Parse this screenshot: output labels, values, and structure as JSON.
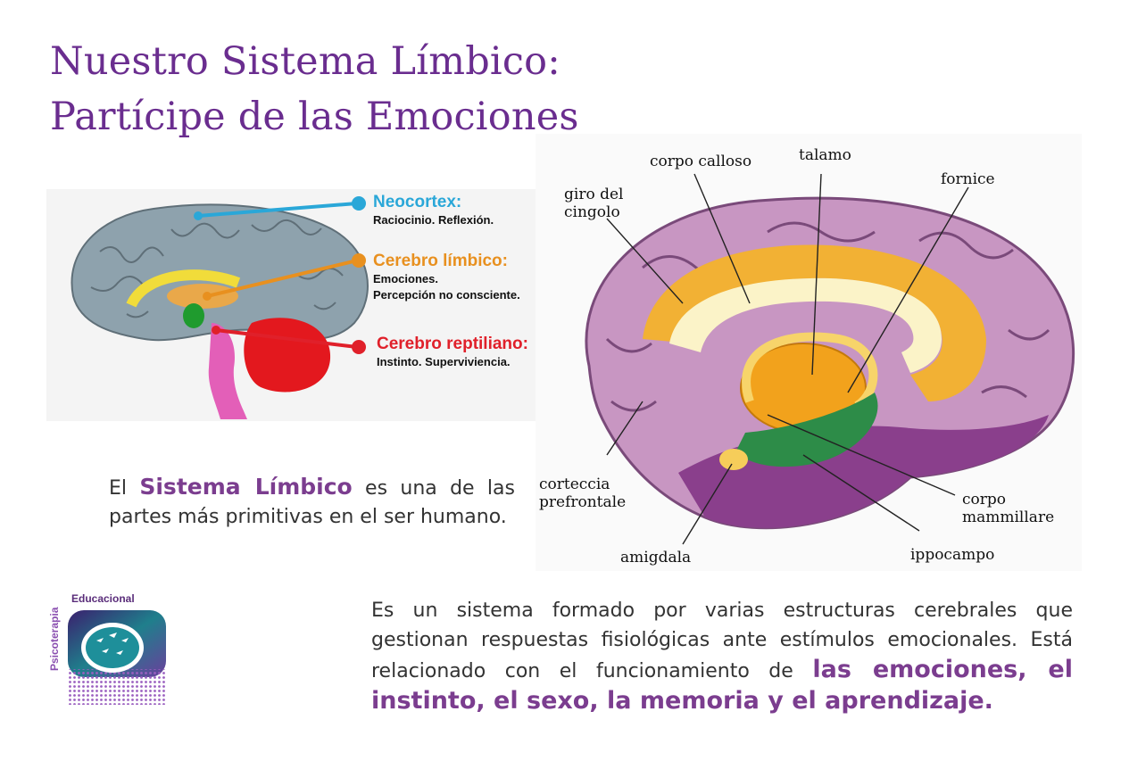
{
  "title": {
    "line1": "Nuestro Sistema Límbico:",
    "line2": "Partícipe de las Emociones"
  },
  "small_diagram": {
    "labels": [
      {
        "heading": "Neocortex:",
        "desc1": "Raciocinio. Reflexión.",
        "desc2": "",
        "color": "#2aa7d8"
      },
      {
        "heading": "Cerebro límbico:",
        "desc1": "Emociones.",
        "desc2": "Percepción no consciente.",
        "color": "#e8901f"
      },
      {
        "heading": "Cerebro reptiliano:",
        "desc1": "Instinto. Superviviencia.",
        "desc2": "",
        "color": "#e0202a"
      }
    ]
  },
  "big_diagram": {
    "labels": {
      "giro": [
        "giro del",
        "cingolo"
      ],
      "corpo_calloso": "corpo calloso",
      "talamo": "talamo",
      "fornice": "fornice",
      "corteccia": [
        "corteccia",
        "prefrontale"
      ],
      "corpo_mammillare": [
        "corpo",
        "mammillare"
      ],
      "amigdala": "amigdala",
      "ippocampo": "ippocampo"
    }
  },
  "paragraph1": {
    "pre": "El ",
    "highlight": "Sistema Límbico",
    "post": " es una de las partes más primitivas en el ser humano."
  },
  "paragraph2": {
    "text": "Es un sistema formado por varias estructuras cerebrales que gestionan respuestas fisiológicas ante estímulos emocionales. Está relacionado con el funcionamiento de ",
    "highlight": "las emociones, el instinto, el sexo, la memoria y el aprendizaje",
    "end": "."
  },
  "logo": {
    "top": "Educacional",
    "side": "Psicoterapia"
  },
  "colors": {
    "title": "#6a2d8f",
    "highlight": "#7b3d8f",
    "neocortex": "#2aa7d8",
    "limbic": "#e8901f",
    "reptilian": "#e0202a"
  }
}
